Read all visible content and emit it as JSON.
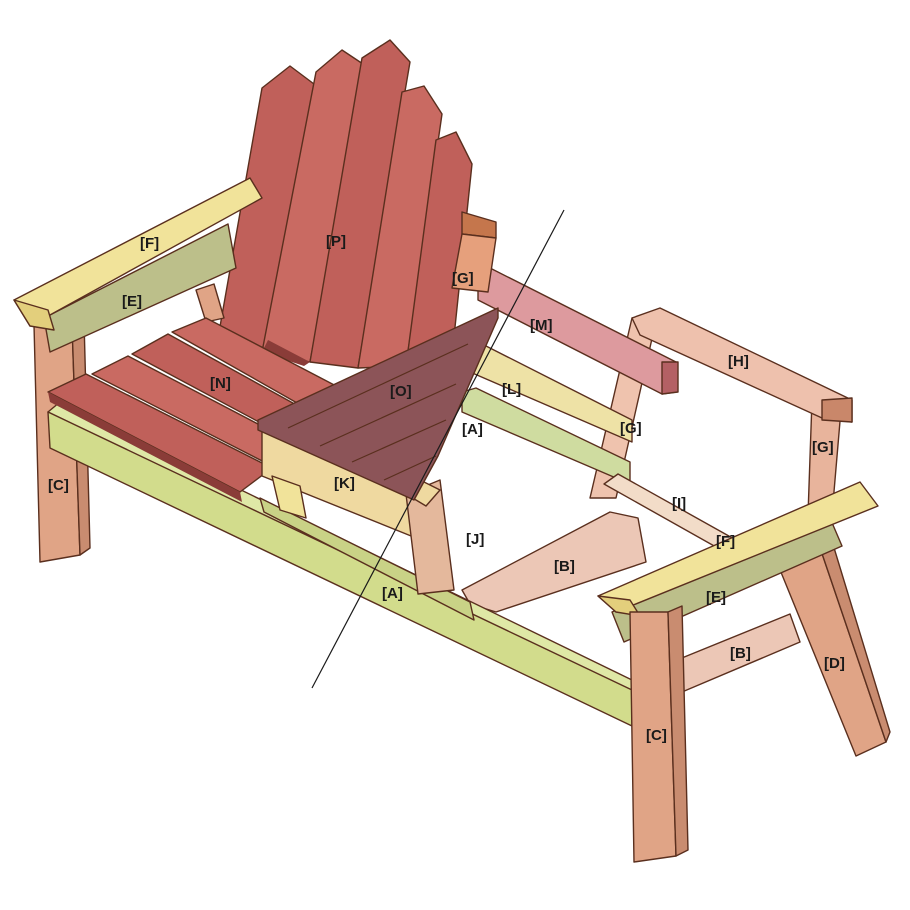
{
  "diagram": {
    "subject": "Two-seat Adirondack bench, exploded/cutaway part view",
    "colors": {
      "slat_red": "#c0605a",
      "slat_red_dark": "#8a3c38",
      "seat_purple": "#8c5458",
      "frame_green": "#d2dc8c",
      "arm_cream": "#f1e39a",
      "arm_support_olive": "#bcbf8a",
      "leg_tan": "#e0a486",
      "brace_pink": "#ecc7b6",
      "rail_pink": "#dd9a9e"
    },
    "labels": {
      "F_left": "[F]",
      "E_left": "[E]",
      "P": "[P]",
      "G_top": "[G]",
      "M": "[M]",
      "H": "[H]",
      "N": "[N]",
      "O": "[O]",
      "L": "[L]",
      "A_back": "[A]",
      "G_front": "[G]",
      "G_right": "[G]",
      "C_left": "[C]",
      "K": "[K]",
      "I": "[I]",
      "J": "[J]",
      "F_right": "[F]",
      "B_center": "[B]",
      "E_right": "[E]",
      "A_front": "[A]",
      "B_right": "[B]",
      "D": "[D]",
      "C_right": "[C]"
    }
  }
}
